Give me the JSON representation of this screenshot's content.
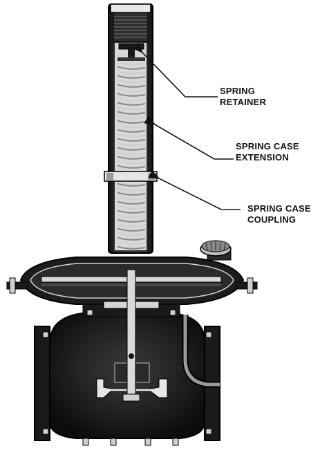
{
  "callouts": [
    {
      "id": "spring-retainer",
      "lines": [
        "SPRING",
        "RETAINER"
      ]
    },
    {
      "id": "spring-case-extension",
      "lines": [
        "SPRING CASE",
        "EXTENSION"
      ]
    },
    {
      "id": "spring-case-coupling",
      "lines": [
        "SPRING CASE",
        "COUPLING"
      ]
    }
  ],
  "colors": {
    "ink": "#111111",
    "body_fill": "#1a1a1a",
    "cutaway_light": "#e9e9e9",
    "spring_coil": "#cfcfcf",
    "steel_highlight": "#8a8a8a"
  }
}
